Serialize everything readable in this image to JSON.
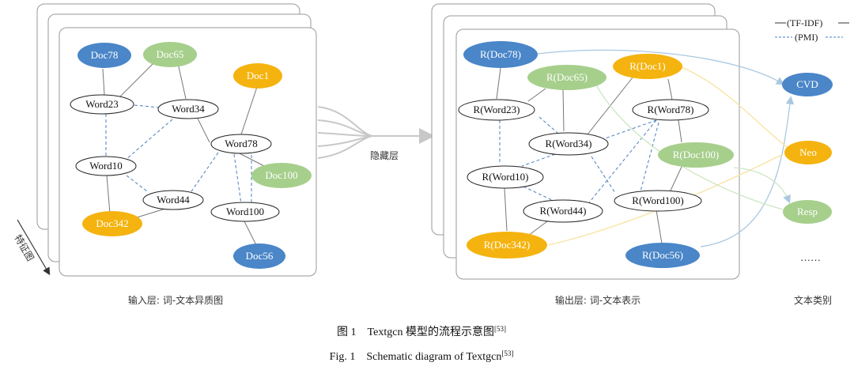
{
  "colors": {
    "doc_blue": "#4a86c8",
    "doc_green": "#a6cf8c",
    "doc_orange": "#f5b30f",
    "word_fill": "#ffffff",
    "edge_tfidf": "#777777",
    "edge_pmi": "#4a7fbf",
    "panel_border": "#999999",
    "arrow_gray": "#c8c8c8"
  },
  "legend": {
    "tfidf": "(TF-IDF)",
    "pmi": "(PMI)"
  },
  "labels": {
    "input_layer": "输入层: 词-文本异质图",
    "output_layer": "输出层: 词-文本表示",
    "text_category": "文本类别",
    "hidden_layer": "隐藏层",
    "feature_map": "特征图",
    "ellipsis": "……"
  },
  "caption": {
    "cn": "图 1　Textgcn 模型的流程示意图",
    "cn_ref": "[53]",
    "en": "Fig. 1　Schematic diagram of Textgcn",
    "en_ref": "[53]"
  },
  "input_nodes": {
    "doc78": "Doc78",
    "doc65": "Doc65",
    "doc1": "Doc1",
    "word23": "Word23",
    "word34": "Word34",
    "word78": "Word78",
    "word10": "Word10",
    "doc100": "Doc100",
    "word44": "Word44",
    "word100": "Word100",
    "doc342": "Doc342",
    "doc56": "Doc56"
  },
  "output_nodes": {
    "rdoc78": "R(Doc78)",
    "rdoc65": "R(Doc65)",
    "rdoc1": "R(Doc1)",
    "rword23": "R(Word23)",
    "rword78": "R(Word78)",
    "rword34": "R(Word34)",
    "rdoc100": "R(Doc100)",
    "rword10": "R(Word10)",
    "rword100": "R(Word100)",
    "rword44": "R(Word44)",
    "rdoc342": "R(Doc342)",
    "rdoc56": "R(Doc56)"
  },
  "class_nodes": {
    "cvd": "CVD",
    "neo": "Neo",
    "resp": "Resp"
  }
}
